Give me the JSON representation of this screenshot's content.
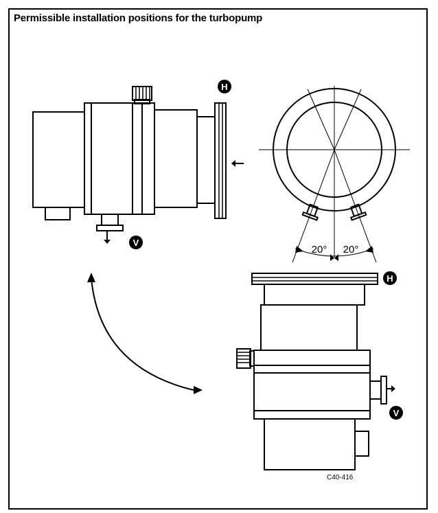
{
  "title": "Permissible installation positions for the turbopump",
  "markers": {
    "high_vacuum": "H",
    "fore_vacuum": "V"
  },
  "angles": {
    "left": "20°",
    "right": "20°"
  },
  "figure_code": "C40-416"
}
